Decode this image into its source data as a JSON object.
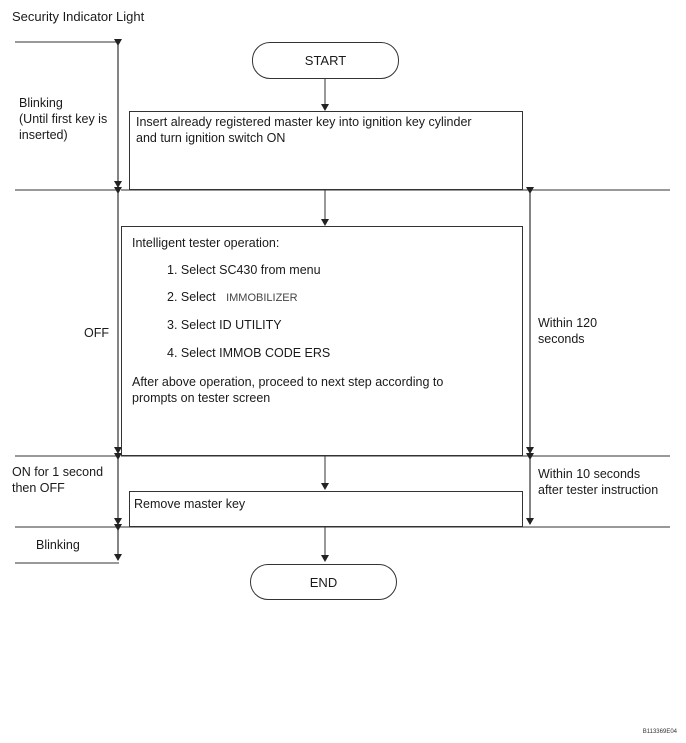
{
  "title": "Security Indicator Light",
  "flow": {
    "start": "START",
    "end": "END",
    "box1": {
      "line1": "Insert already registered master key into ignition key cylinder",
      "line2": "and turn ignition switch ON"
    },
    "box2": {
      "heading": "Intelligent tester operation:",
      "steps": [
        "1. Select SC430 from menu",
        "2. Select",
        "3. Select ID UTILITY",
        "4. Select IMMOB CODE ERS"
      ],
      "step2_value": "IMMOBILIZER",
      "footer_line1": "After above operation, proceed to next step according to",
      "footer_line2": "prompts on tester screen"
    },
    "box3": {
      "text": "Remove master key"
    }
  },
  "left_labels": {
    "blinking1_line1": "Blinking",
    "blinking1_line2": "(Until first key is",
    "blinking1_line3": "inserted)",
    "off": "OFF",
    "on_line1": "ON for 1 second",
    "on_line2": "then OFF",
    "blinking2": "Blinking"
  },
  "right_labels": {
    "within120_line1": "Within 120",
    "within120_line2": "seconds",
    "within10_line1": "Within 10 seconds",
    "within10_line2": "after tester instruction"
  },
  "figure_code": "B113369E04"
}
